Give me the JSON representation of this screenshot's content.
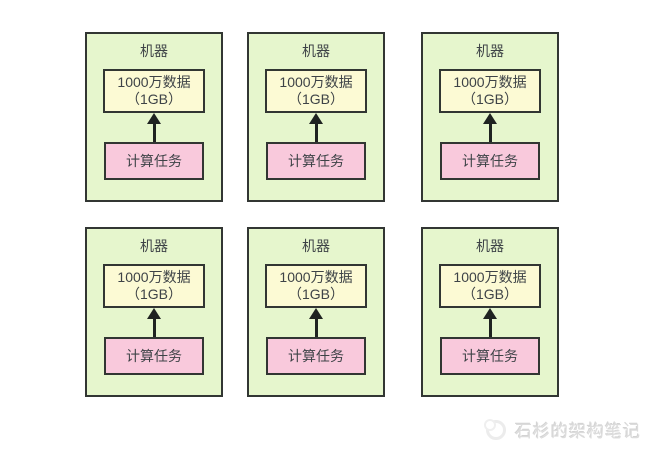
{
  "colors": {
    "machine_fill": "#e6f6cd",
    "data_fill": "#fcfad4",
    "task_fill": "#f9c9dc",
    "box_border": "#323633",
    "arrow": "#1f2321",
    "text": "#3e4347",
    "watermark_text_color": "#dcdcdc"
  },
  "machines": [
    {
      "title": "机器",
      "data_line1": "1000万数据",
      "data_line2": "（1GB）",
      "task": "计算任务"
    },
    {
      "title": "机器",
      "data_line1": "1000万数据",
      "data_line2": "（1GB）",
      "task": "计算任务"
    },
    {
      "title": "机器",
      "data_line1": "1000万数据",
      "data_line2": "（1GB）",
      "task": "计算任务"
    },
    {
      "title": "机器",
      "data_line1": "1000万数据",
      "data_line2": "（1GB）",
      "task": "计算任务"
    },
    {
      "title": "机器",
      "data_line1": "1000万数据",
      "data_line2": "（1GB）",
      "task": "计算任务"
    },
    {
      "title": "机器",
      "data_line1": "1000万数据",
      "data_line2": "（1GB）",
      "task": "计算任务"
    }
  ],
  "watermark": {
    "text": "石杉的架构笔记",
    "icon": "logo-icon"
  }
}
